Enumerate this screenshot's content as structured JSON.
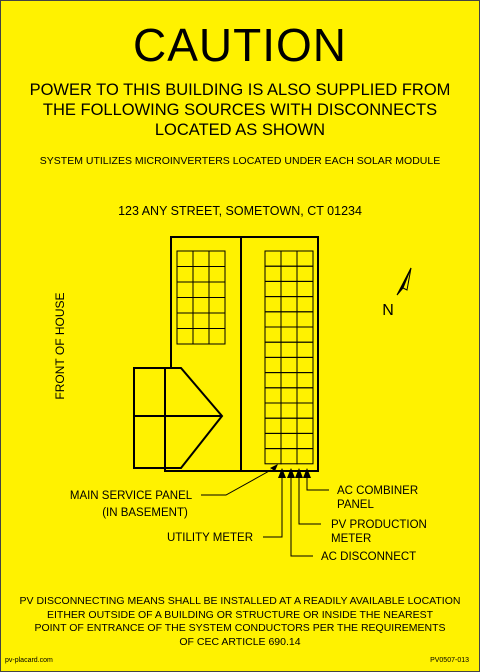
{
  "header": {
    "title": "CAUTION",
    "subtitle_lines": [
      "POWER TO THIS BUILDING IS ALSO SUPPLIED FROM",
      "THE FOLLOWING SOURCES WITH DISCONNECTS",
      "LOCATED AS SHOWN"
    ],
    "system_note": "SYSTEM UTILIZES MICROINVERTERS LOCATED UNDER EACH SOLAR MODULE",
    "address": "123 ANY STREET, SOMETOWN, CT 01234"
  },
  "diagram": {
    "front_label": "FRONT OF HOUSE",
    "north_label": "N",
    "callouts": {
      "main_service_panel": [
        "MAIN SERVICE PANEL",
        "(IN BASEMENT)"
      ],
      "utility_meter": "UTILITY METER",
      "ac_combiner_panel": [
        "AC COMBINER",
        "PANEL"
      ],
      "pv_production_meter": [
        "PV PRODUCTION",
        "METER"
      ],
      "ac_disconnect": "AC DISCONNECT"
    }
  },
  "footer": {
    "lines": [
      "PV DISCONNECTING MEANS SHALL BE INSTALLED AT A READILY AVAILABLE LOCATION",
      "EITHER OUTSIDE OF A BUILDING OR STRUCTURE OR INSIDE THE NEAREST",
      "POINT OF ENTRANCE OF THE SYSTEM CONDUCTORS PER THE REQUIREMENTS",
      "OF CEC ARTICLE 690.14"
    ],
    "credit": "pv-placard.com",
    "code": "PV0507-013"
  },
  "colors": {
    "background": "#FFF200",
    "ink": "#000000"
  }
}
